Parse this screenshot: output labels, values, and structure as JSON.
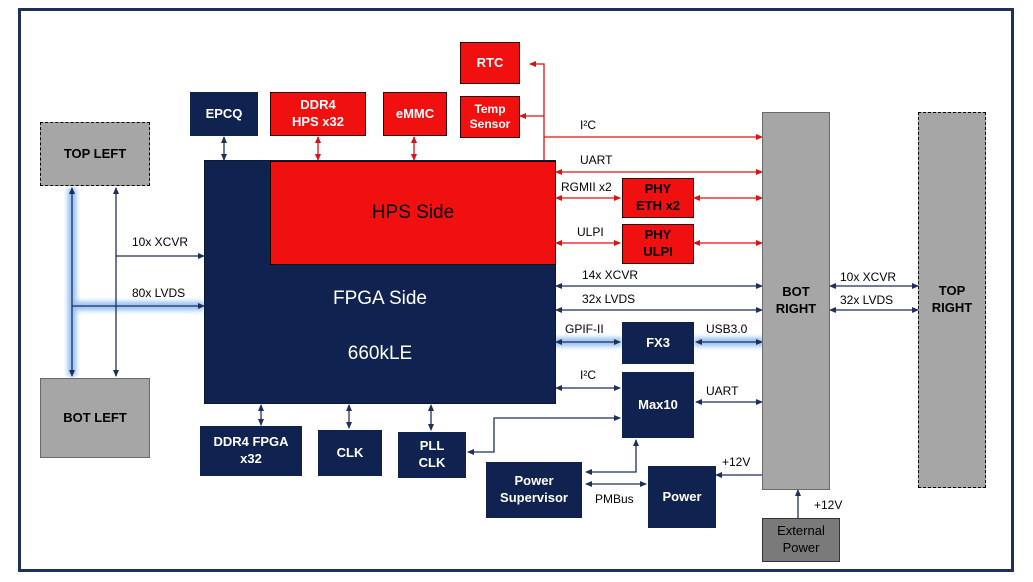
{
  "blocks": {
    "top_left": "TOP LEFT",
    "bot_left": "BOT LEFT",
    "top_right_l1": "TOP",
    "top_right_l2": "RIGHT",
    "bot_right_l1": "BOT",
    "bot_right_l2": "RIGHT",
    "epcq": "EPCQ",
    "ddr4_hps_l1": "DDR4",
    "ddr4_hps_l2": "HPS x32",
    "emmc": "eMMC",
    "rtc": "RTC",
    "temp_l1": "Temp",
    "temp_l2": "Sensor",
    "hps_side": "HPS Side",
    "fpga_side": "FPGA Side",
    "fpga_le": "660kLE",
    "phy_eth_l1": "PHY",
    "phy_eth_l2": "ETH x2",
    "phy_ulpi_l1": "PHY",
    "phy_ulpi_l2": "ULPI",
    "fx3": "FX3",
    "max10": "Max10",
    "ddr4_fpga_l1": "DDR4 FPGA",
    "ddr4_fpga_l2": "x32",
    "clk": "CLK",
    "pll_l1": "PLL",
    "pll_l2": "CLK",
    "psup_l1": "Power",
    "psup_l2": "Supervisor",
    "power": "Power",
    "ext_l1": "External",
    "ext_l2": "Power"
  },
  "labels": {
    "left_xcvr": "10x XCVR",
    "left_lvds": "80x LVDS",
    "i2c_top": "I²C",
    "uart_top": "UART",
    "rgmii": "RGMII x2",
    "ulpi": "ULPI",
    "xcvr14": "14x XCVR",
    "lvds32": "32x LVDS",
    "gpif": "GPIF-II",
    "usb3": "USB3.0",
    "i2c_max": "I²C",
    "uart_max": "UART",
    "v12_power": "+12V",
    "pmbus": "PMBus",
    "v12_ext": "+12V",
    "right_xcvr": "10x XCVR",
    "right_lvds": "32x LVDS"
  },
  "colors": {
    "navy": "#0f2250",
    "red": "#f01010",
    "gray": "#a6a6a6",
    "wire_red": "#e01010",
    "wire_navy": "#1f2f5c",
    "glow": "#7fb0e8"
  }
}
